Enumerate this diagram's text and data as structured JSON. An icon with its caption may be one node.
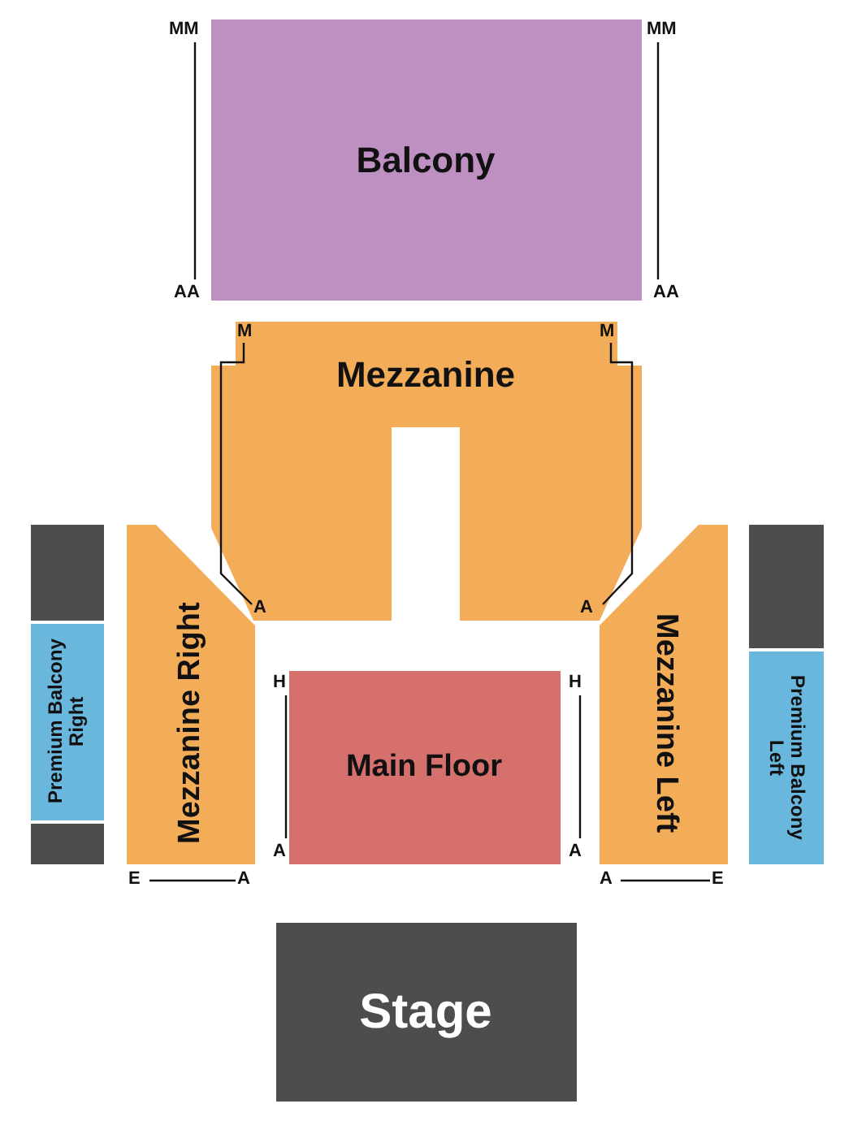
{
  "diagram": {
    "nodes": [
      {
        "text": [
          "Balcony"
        ]
      },
      {
        "text": [
          "Mezzanine"
        ]
      },
      {
        "text": [],
        "shape": "box"
      },
      {
        "text": [
          "Premium Balcony Right"
        ]
      },
      {
        "text": [],
        "shape": "box"
      },
      {
        "text": [
          "Mezzanine Right"
        ]
      },
      {
        "text": [
          "Main Floor"
        ]
      },
      {
        "text": [
          "Mezzanine Left"
        ]
      },
      {
        "text": [],
        "shape": "box"
      },
      {
        "text": [
          "Premium Balcony Left"
        ]
      },
      {
        "text": [
          "Stage"
        ]
      }
    ],
    "labels": [
      "MM",
      "MM",
      "AA",
      "AA",
      "M",
      "M",
      "A",
      "A",
      "H",
      "H",
      "A",
      "A",
      "E",
      "A",
      "A",
      "E"
    ]
  }
}
